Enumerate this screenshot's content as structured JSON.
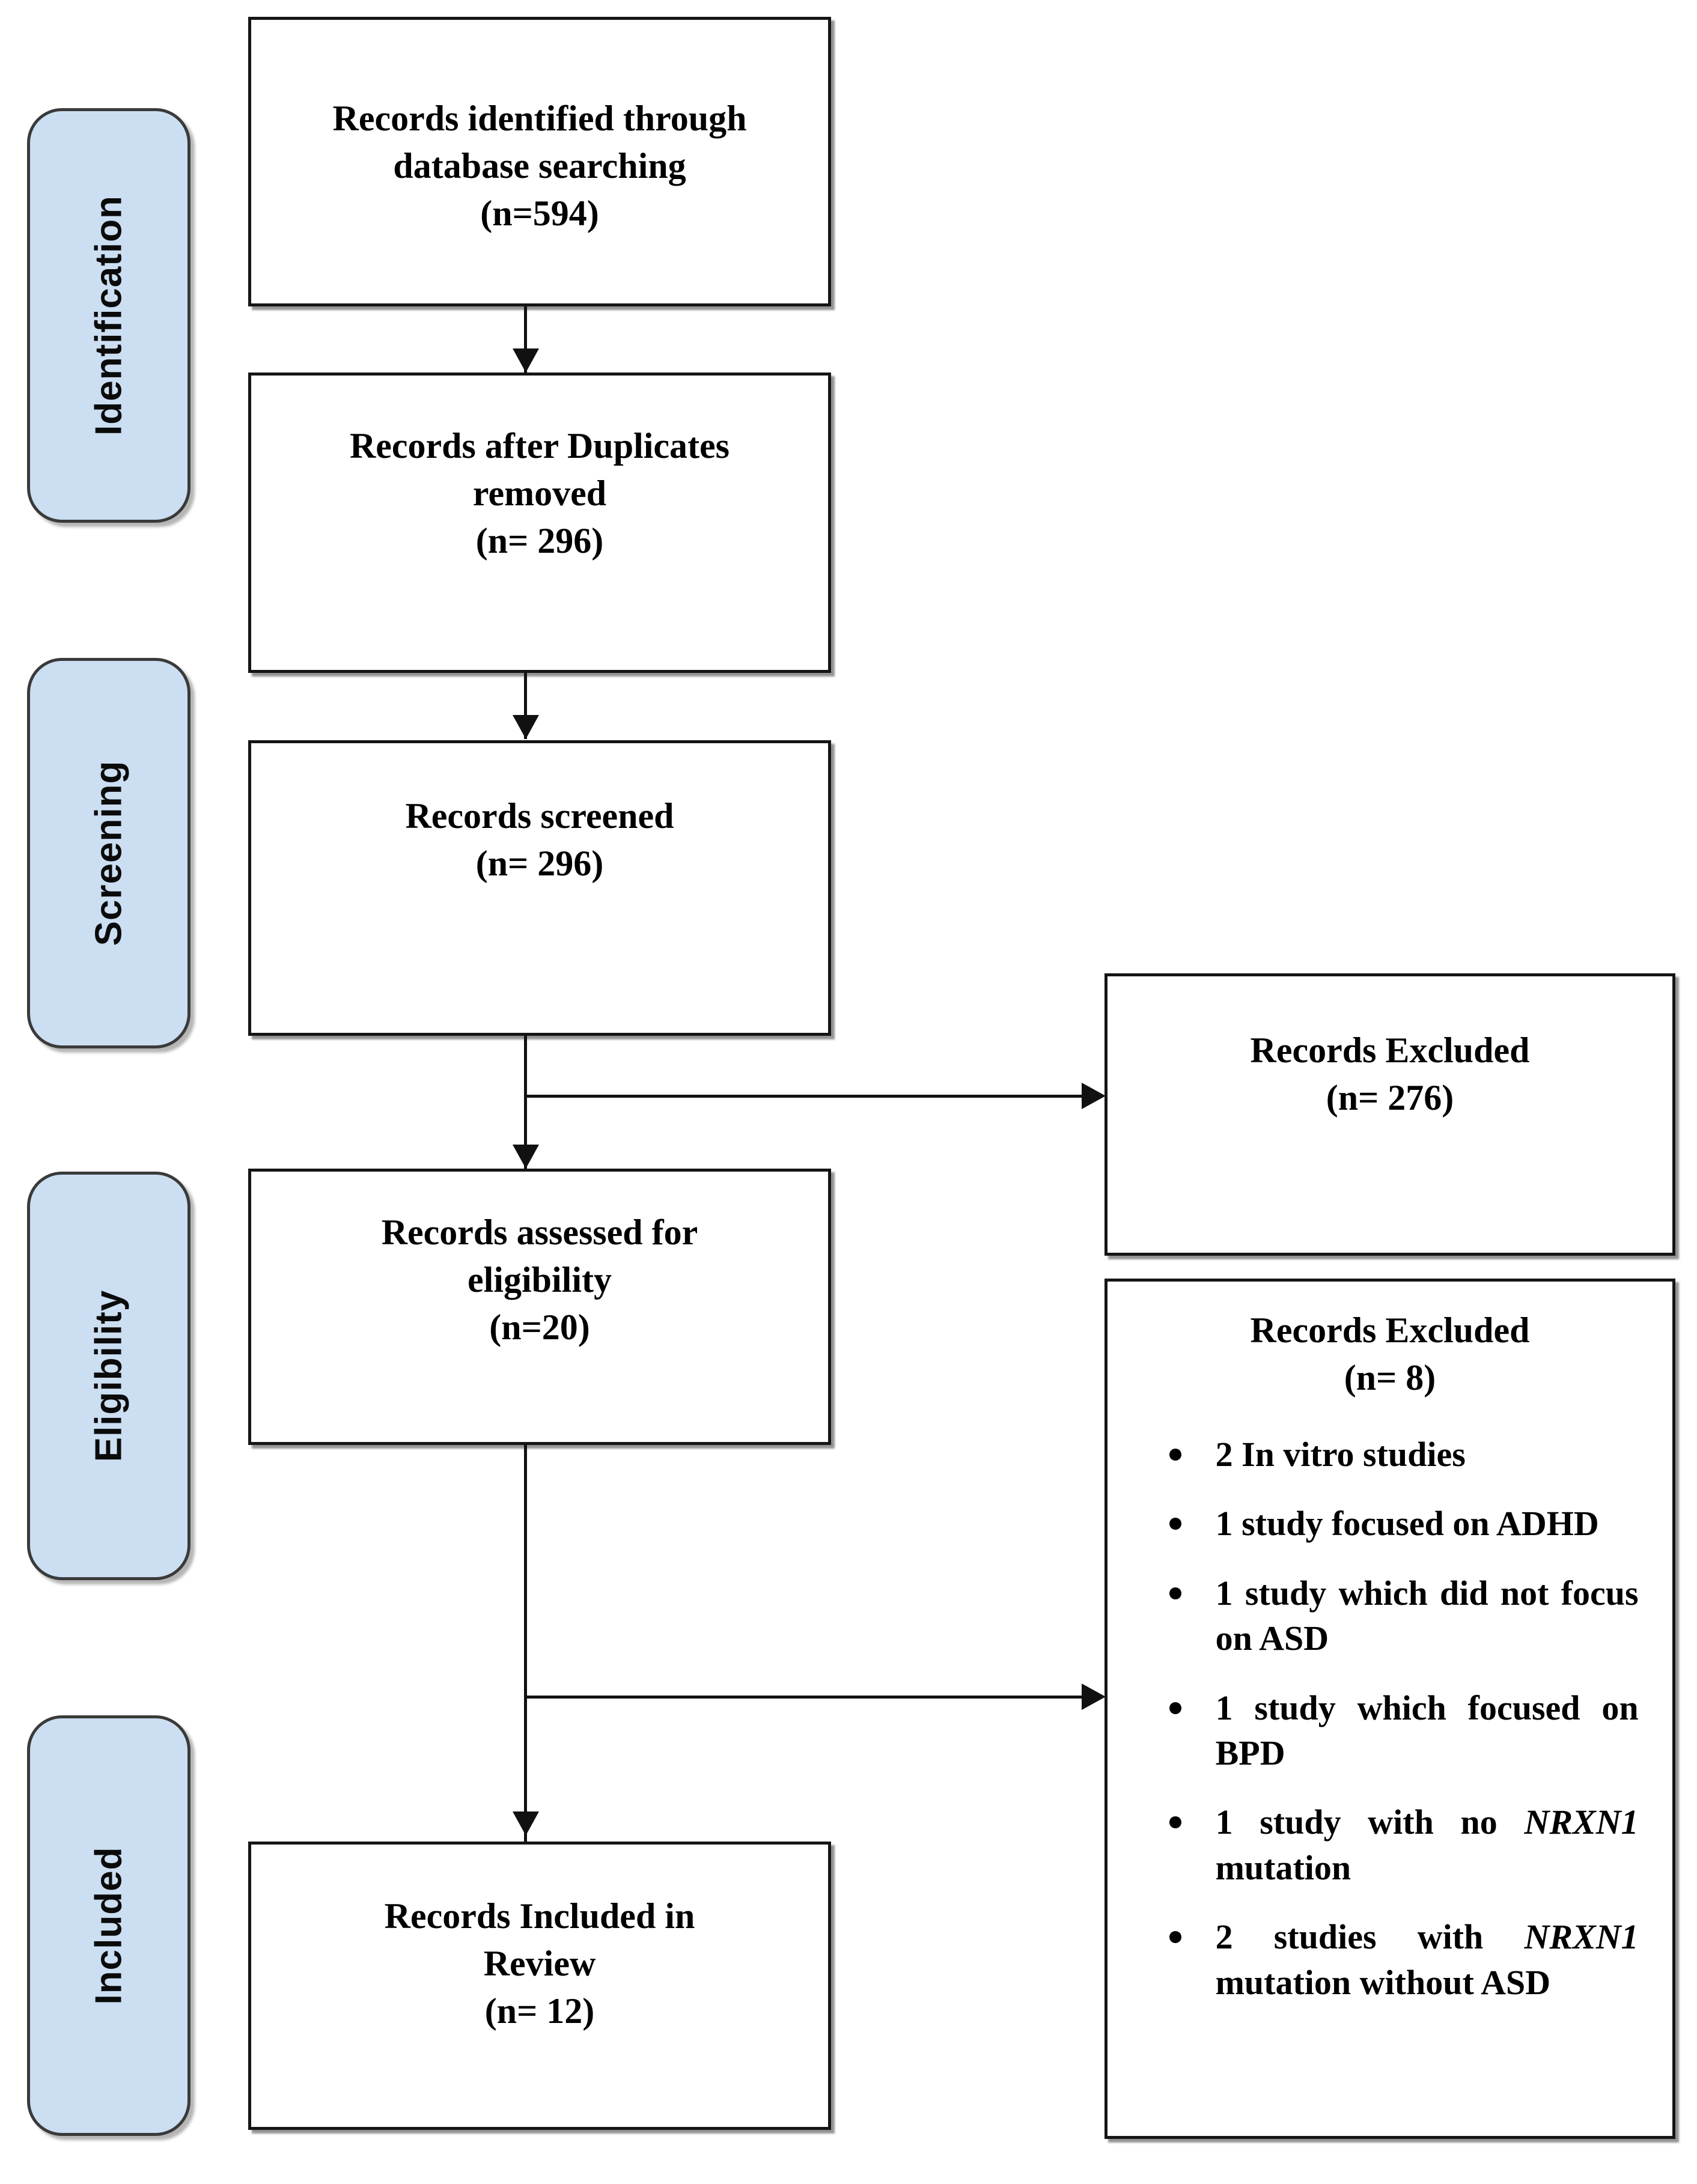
{
  "diagram": {
    "type": "prisma-flow-diagram",
    "phases": [
      {
        "label": "Identification"
      },
      {
        "label": "Screening"
      },
      {
        "label": "Eligibility"
      },
      {
        "label": "Included"
      }
    ],
    "boxes": {
      "identified": {
        "line1": "Records identified through",
        "line2": "database searching",
        "line3": "(n=594)"
      },
      "after_duplicates": {
        "line1": "Records after Duplicates",
        "line2": "removed",
        "line3": "(n= 296)"
      },
      "screened": {
        "line1": "Records screened",
        "line2": "(n= 296)"
      },
      "excluded_screening": {
        "line1": "Records Excluded",
        "line2": "(n= 276)"
      },
      "assessed": {
        "line1": "Records assessed for",
        "line2": "eligibility",
        "line3": "(n=20)"
      },
      "excluded_eligibility": {
        "line1": "Records Excluded",
        "line2": "(n= 8)",
        "reasons": [
          {
            "pre": "2 In vitro studies",
            "italic": "",
            "post": ""
          },
          {
            "pre": "1 study focused on ADHD",
            "italic": "",
            "post": ""
          },
          {
            "pre": "1 study which did not focus on ASD",
            "italic": "",
            "post": ""
          },
          {
            "pre": "1 study which focused on BPD",
            "italic": "",
            "post": ""
          },
          {
            "pre": "1 study with no ",
            "italic": "NRXN1",
            "post": " mutation"
          },
          {
            "pre": "2 studies with ",
            "italic": "NRXN1",
            "post": " mutation without ASD"
          }
        ]
      },
      "included": {
        "line1": "Records Included in",
        "line2": "Review",
        "line3": "(n= 12)"
      }
    },
    "colors": {
      "phase_fill": "#cbdef2",
      "phase_border": "#3a3a3a",
      "box_border": "#151515",
      "connector": "#111111",
      "background": "#ffffff"
    }
  }
}
